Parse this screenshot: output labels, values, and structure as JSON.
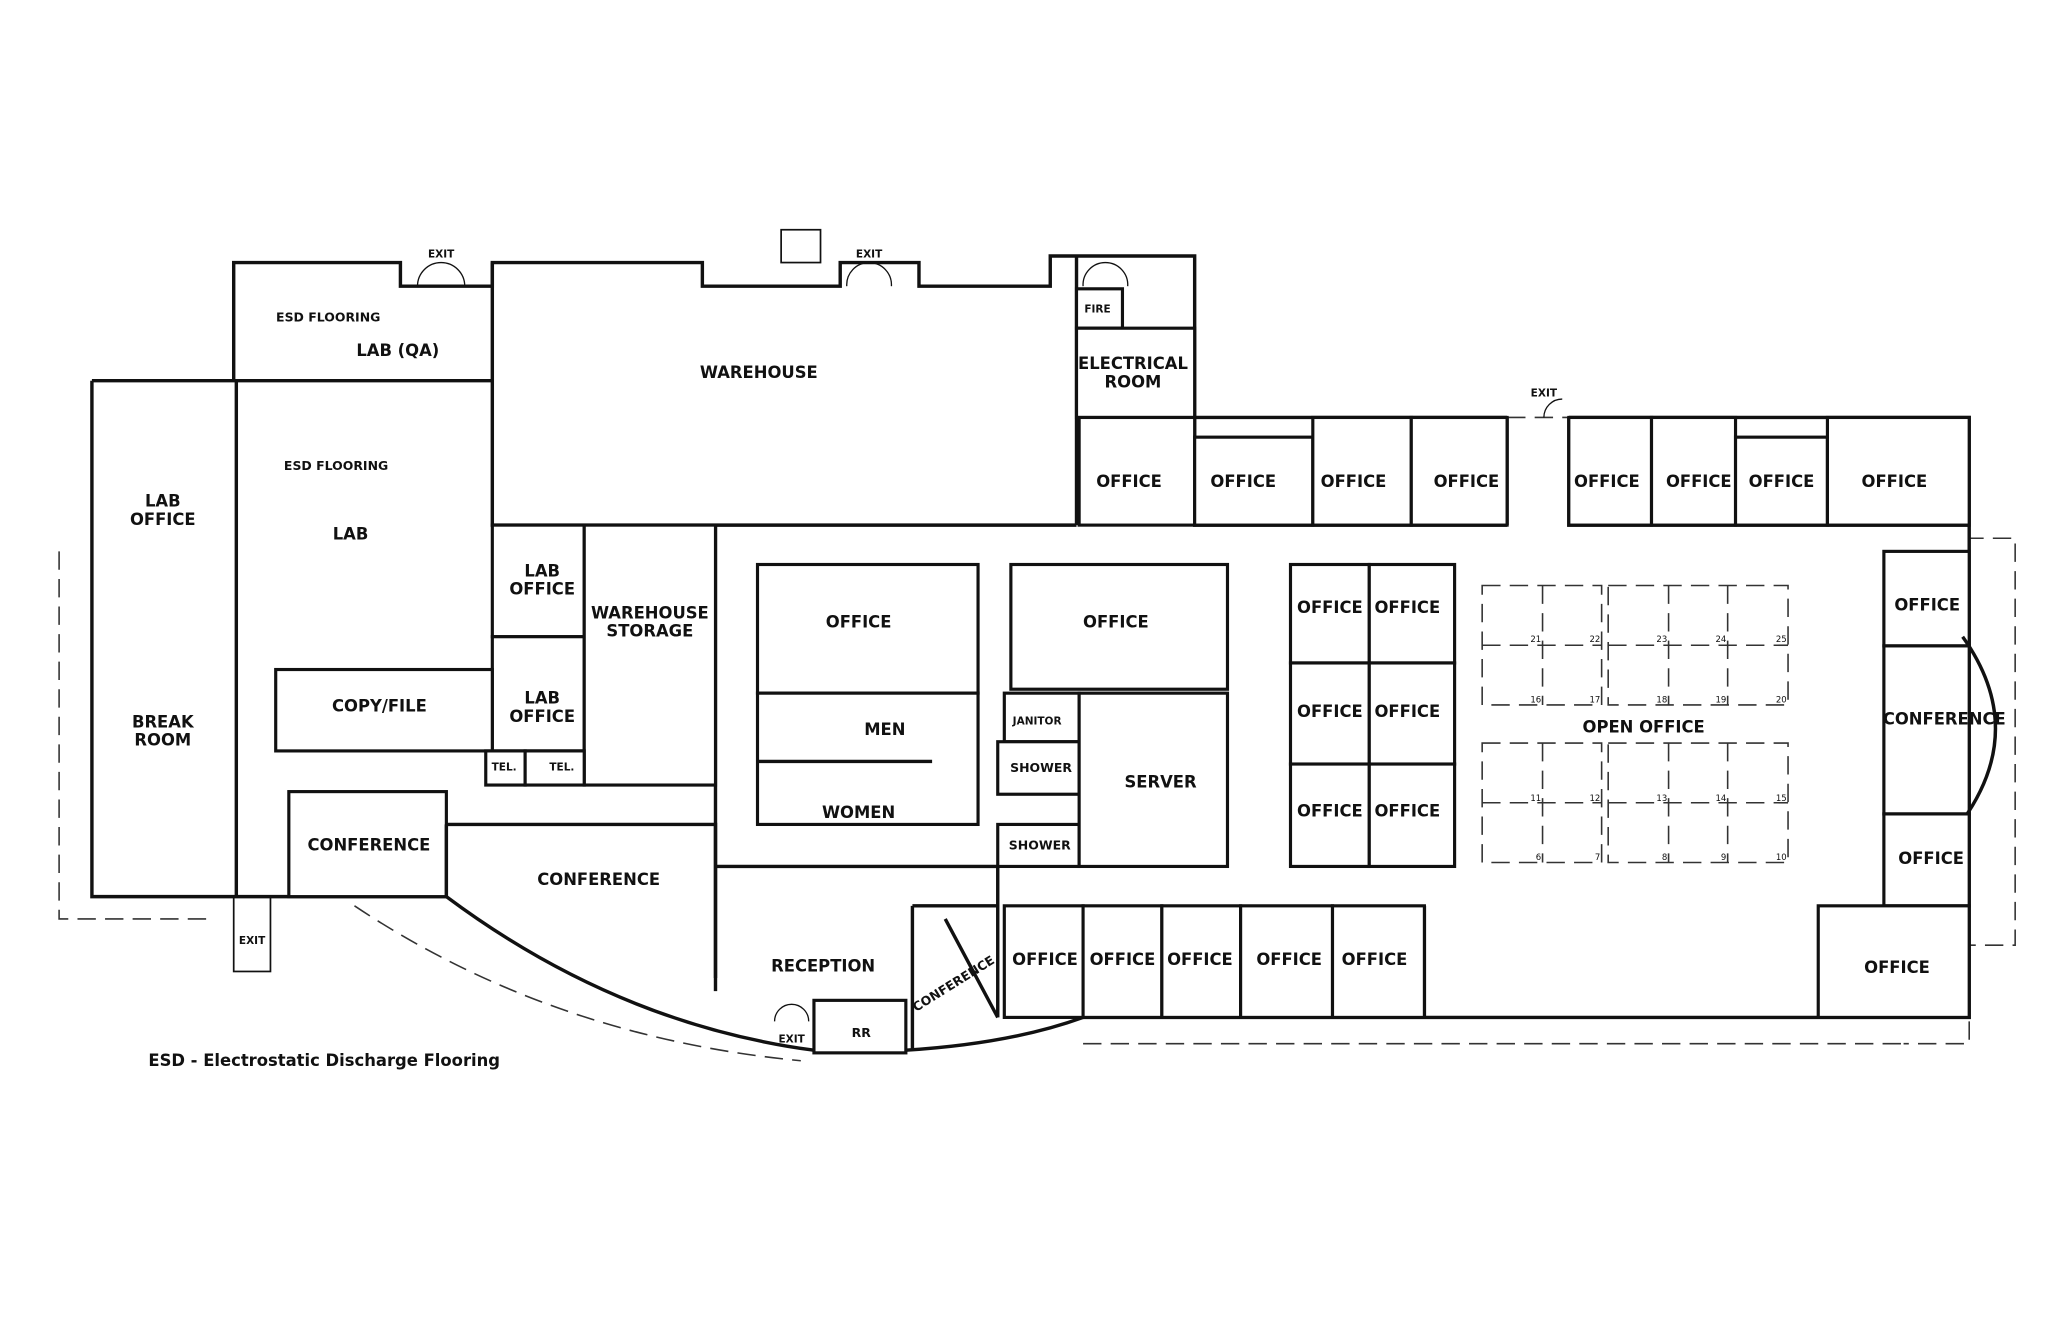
{
  "plan": {
    "legend": "ESD  - Electrostatic Discharge Flooring",
    "exit": "EXIT",
    "rooms": {
      "esd_flooring_qa": "ESD FLOORING",
      "lab_qa": "LAB (QA)",
      "warehouse": "WAREHOUSE",
      "fire": "FIRE",
      "electrical_1": "ELECTRICAL",
      "electrical_2": "ROOM",
      "lab_office_1a": "LAB",
      "lab_office_1b": "OFFICE",
      "esd_flooring_lab": "ESD FLOORING",
      "lab": "LAB",
      "break_1": "BREAK",
      "break_2": "ROOM",
      "lab_office_2a": "LAB",
      "lab_office_2b": "OFFICE",
      "lab_office_3a": "LAB",
      "lab_office_3b": "OFFICE",
      "wh_storage_1": "WAREHOUSE",
      "wh_storage_2": "STORAGE",
      "copy_file": "COPY/FILE",
      "tel": "TEL.",
      "conference": "CONFERENCE",
      "office": "OFFICE",
      "men": "MEN",
      "women": "WOMEN",
      "janitor": "JANITOR",
      "shower": "SHOWER",
      "server": "SERVER",
      "reception": "RECEPTION",
      "rr": "RR",
      "open_office": "OPEN OFFICE"
    },
    "desk_numbers": {
      "row1": [
        "21",
        "22",
        "23",
        "24",
        "25"
      ],
      "row2": [
        "16",
        "17",
        "18",
        "19",
        "20"
      ],
      "row3": [
        "11",
        "12",
        "13",
        "14",
        "15"
      ],
      "row4": [
        "6",
        "7",
        "8",
        "9",
        "10"
      ]
    }
  }
}
